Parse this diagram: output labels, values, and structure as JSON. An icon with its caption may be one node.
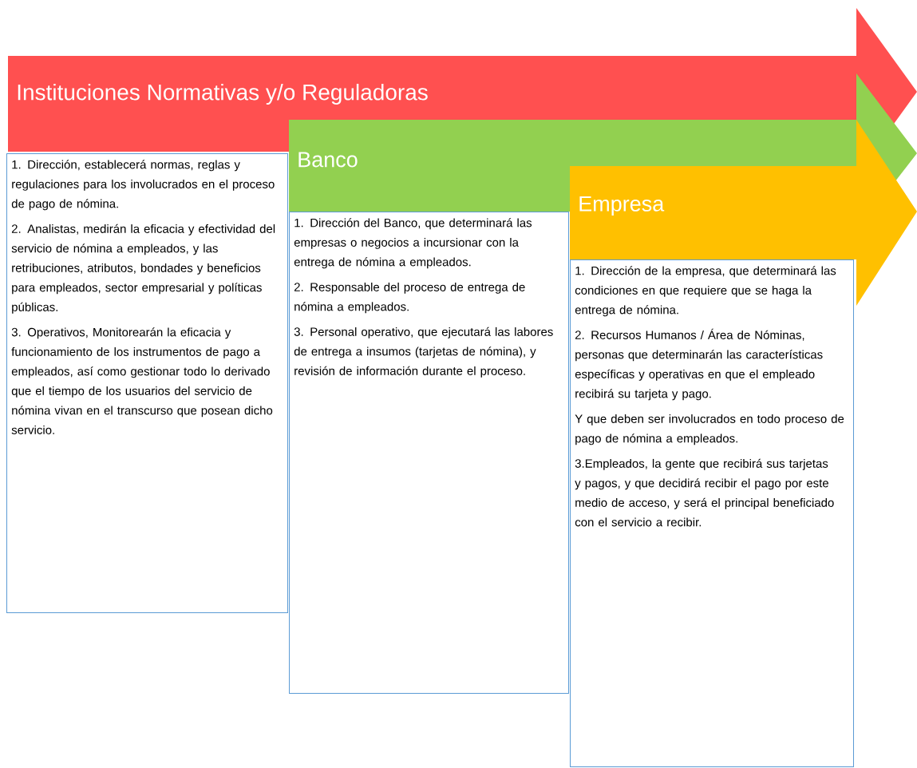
{
  "diagram": {
    "nodes": [
      {
        "text": [
          "Instituciones Normativas y/o Reguladoras"
        ]
      },
      {
        "text": [
          "1. Dirección, establecerá normas, reglas y regulaciones para los involucrados en el proceso de pago de nómina.",
          "2. Analistas, medirán la eficacia y efectividad del servicio de nómina a empleados, y las retribuciones, atributos, bondades y beneficios para empleados, sector empresarial y políticas públicas.",
          "3. Operativos, Monitorearán la eficacia y funcionamiento de los instrumentos de pago a empleados, así como gestionar todo lo derivado que el tiempo de los usuarios del servicio de nómina vivan en el transcurso que posean dicho servicio."
        ]
      },
      {
        "text": [
          "Banco"
        ]
      },
      {
        "text": [
          "1. Dirección del Banco, que determinará las empresas o negocios a incursionar con la entrega de nómina a empleados.",
          "2. Responsable del proceso de entrega de nómina a empleados.",
          "3. Personal operativo, que ejecutará las labores de entrega a insumos (tarjetas de nómina), y revisión de información durante el proceso."
        ]
      },
      {
        "text": [
          "Empresa"
        ]
      },
      {
        "text": [
          "1. Dirección de la empresa, que determinará las condiciones en que requiere que se haga la entrega de nómina.",
          "2. Recursos Humanos / Área de Nóminas, personas que determinarán las características específicas y operativas en que el empleado recibirá su tarjeta y pago.",
          "Y que deben ser involucrados en todo proceso de pago de nómina a empleados.",
          "3.Empleados, la gente que recibirá sus tarjetas y pagos, y que decidirá recibir el pago por este medio de acceso, y será el principal beneficiado con el servicio a recibir."
        ]
      }
    ]
  }
}
